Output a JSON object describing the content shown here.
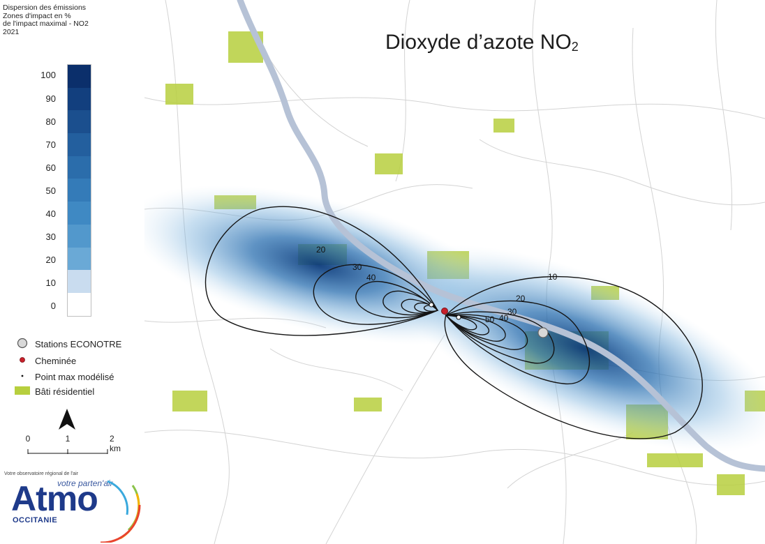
{
  "map_title": "Dioxyde d’azote NO",
  "map_title_sub": "2",
  "legend": {
    "title_lines": [
      "Dispersion des émissions",
      "Zones d'impact en %",
      "de l'impact maximal - NO2",
      "2021"
    ],
    "scale_values": [
      "100",
      "90",
      "80",
      "70",
      "60",
      "50",
      "40",
      "30",
      "20",
      "10",
      "0"
    ],
    "scale_colors": [
      "#0b2f6b",
      "#123f7e",
      "#1b4f8e",
      "#235f9e",
      "#2b6dab",
      "#347bb8",
      "#3f89c3",
      "#5298cc",
      "#6aa9d6",
      "#c9dcef",
      "#ffffff"
    ],
    "items": [
      {
        "label": "Stations ECONOTRE",
        "icon": "station-circle-icon"
      },
      {
        "label": "Cheminée",
        "icon": "chimney-dot-icon"
      },
      {
        "label": "Point max modélisé",
        "icon": "max-point-icon"
      },
      {
        "label": "Bâti résidentiel",
        "icon": "residential-swatch-icon"
      }
    ],
    "scalebar": {
      "labels": [
        "0",
        "1",
        "2 km"
      ]
    }
  },
  "logo": {
    "tagline": "Votre observatoire régional de l'air",
    "subtitle": "votre parten'air",
    "wordmark": "Atmo",
    "region": "OCCITANIE"
  },
  "contour_labels": {
    "west": [
      "20",
      "30",
      "40"
    ],
    "east": [
      "10",
      "20",
      "30",
      "40",
      "50"
    ]
  },
  "colors": {
    "river": "#b6c2d6",
    "residential": "#b7cf3e",
    "contour": "#141414",
    "chimney": "#c8202a",
    "station": "#d8d8d8"
  }
}
